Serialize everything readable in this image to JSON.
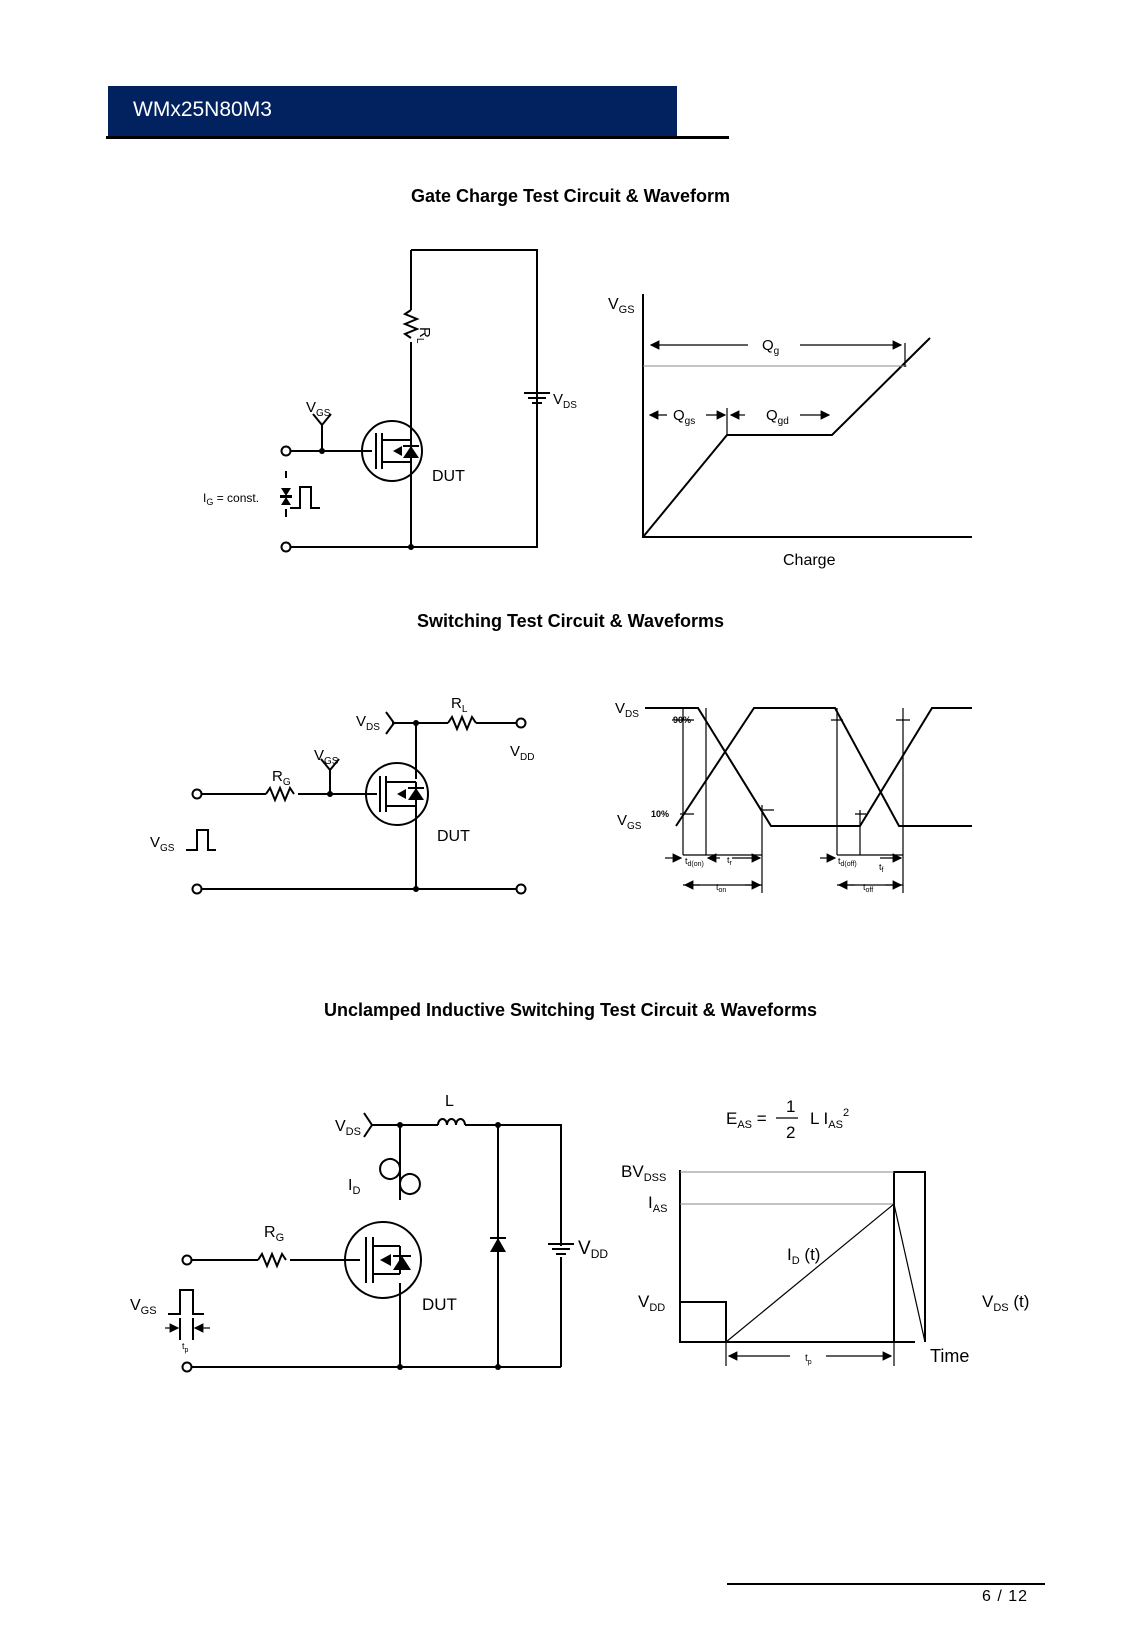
{
  "header": {
    "part_number": "WMx25N80M3"
  },
  "sections": {
    "gate_charge": {
      "title": "Gate Charge Test Circuit & Waveform",
      "circuit": {
        "rl": "R",
        "rl_sub": "L",
        "vds": "V",
        "vds_sub": "DS",
        "vgs": "V",
        "vgs_sub": "GS",
        "dut": "DUT",
        "ig": "I",
        "ig_sub": "G",
        "ig_rest": " = const."
      },
      "waveform": {
        "vgs": "V",
        "vgs_sub": "GS",
        "qg": "Q",
        "qg_sub": "g",
        "qgs": "Q",
        "qgs_sub": "gs",
        "qgd": "Q",
        "qgd_sub": "gd",
        "charge": "Charge"
      }
    },
    "switching": {
      "title": "Switching Test Circuit & Waveforms",
      "circuit": {
        "vds": "V",
        "vds_sub": "DS",
        "rl": "R",
        "rl_sub": "L",
        "vdd": "V",
        "vdd_sub": "DD",
        "vgs": "V",
        "vgs_sub": "GS",
        "rg": "R",
        "rg_sub": "G",
        "dut": "DUT",
        "vgs_in": "V",
        "vgs_in_sub": "GS"
      },
      "waveform": {
        "vds": "V",
        "vds_sub": "DS",
        "vgs": "V",
        "vgs_sub": "GS",
        "p90": "90%",
        "p10": "10%",
        "tdon": "t",
        "tdon_sub": "d(on)",
        "tr": "t",
        "tr_sub": "r",
        "ton": "t",
        "ton_sub": "on",
        "tdoff": "t",
        "tdoff_sub": "d(off)",
        "tf": "t",
        "tf_sub": "f",
        "toff": "t",
        "toff_sub": "off"
      }
    },
    "uis": {
      "title": "Unclamped Inductive Switching Test Circuit & Waveforms",
      "circuit": {
        "vds": "V",
        "vds_sub": "DS",
        "l": "L",
        "id": "I",
        "id_sub": "D",
        "rg": "R",
        "rg_sub": "G",
        "vdd": "V",
        "vdd_sub": "DD",
        "dut": "DUT",
        "vgs": "V",
        "vgs_sub": "GS",
        "tp": "t",
        "tp_sub": "p"
      },
      "waveform": {
        "eas": "E",
        "eas_sub": "AS",
        "eq": " = ",
        "num": "1",
        "den": "2",
        "l_ias": "L I",
        "ias_sub": "AS",
        "sq": "2",
        "bvdss": "BV",
        "bvdss_sub": "DSS",
        "ias": "I",
        "ias_sub2": "AS",
        "idt": "I",
        "idt_sub": "D",
        "idt_rest": " (t)",
        "vdd": "V",
        "vdd_sub": "DD",
        "vdst": "V",
        "vdst_sub": "DS",
        "vdst_rest": " (t)",
        "tp": "t",
        "tp_sub": "p",
        "time": "Time"
      }
    }
  },
  "footer": {
    "page": "6 / 12"
  }
}
